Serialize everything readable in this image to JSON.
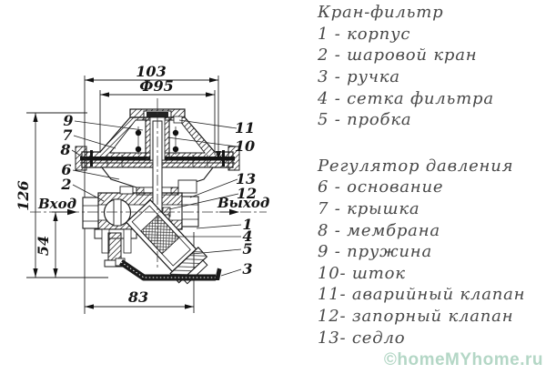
{
  "legend": {
    "kran": {
      "title": "Кран-фильтр",
      "items": [
        "1 - корпус",
        "2 - шаровой кран",
        "3 - ручка",
        "4 - сетка фильтра",
        "5 - пробка"
      ]
    },
    "reg": {
      "title": "Регулятор давления",
      "items": [
        "6 - основание",
        "7 - крышка",
        "8 - мембрана",
        "9 - пружина",
        "10- шток",
        "11- аварийный клапан",
        "12- запорный клапан",
        "13- седло"
      ]
    }
  },
  "drawing": {
    "dims": {
      "top_width": "103",
      "flange_diameter": "Ф95",
      "total_height": "126",
      "lower_height": "54",
      "bottom_width": "83"
    },
    "flow": {
      "inlet": "Вход",
      "outlet": "Выход"
    },
    "callouts": {
      "n1": "1",
      "n2": "2",
      "n3": "3",
      "n4": "4",
      "n5": "5",
      "n6": "6",
      "n7": "7",
      "n8": "8",
      "n9": "9",
      "n10": "10",
      "n11": "11",
      "n12": "12",
      "n13": "13"
    }
  },
  "watermark": {
    "text": "©homeMYhome.ru",
    "color": "#b4d7c6"
  },
  "colors": {
    "line": "#1b1b1b",
    "legend_text": "#484848",
    "background": "#ffffff"
  }
}
